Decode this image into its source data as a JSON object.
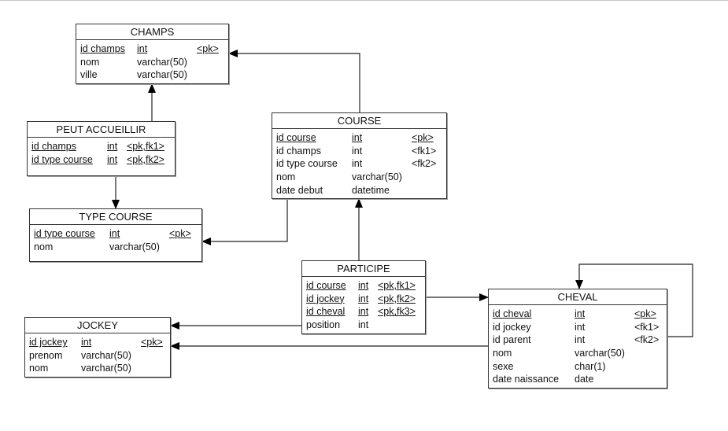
{
  "diagram": {
    "type": "physical data model",
    "entities": {
      "champs": {
        "title": "CHAMPS",
        "rows": [
          {
            "name": "id champs",
            "type": "int",
            "key": "<pk>",
            "pk": true
          },
          {
            "name": "nom",
            "type": "varchar(50)",
            "key": "",
            "pk": false
          },
          {
            "name": "ville",
            "type": "varchar(50)",
            "key": "",
            "pk": false
          }
        ]
      },
      "peut_accueillir": {
        "title": "PEUT ACCUEILLIR",
        "rows": [
          {
            "name": "id champs",
            "type": "int",
            "key": "<pk,fk1>",
            "pk": true
          },
          {
            "name": "id type course",
            "type": "int",
            "key": "<pk,fk2>",
            "pk": true
          }
        ]
      },
      "type_course": {
        "title": "TYPE COURSE",
        "rows": [
          {
            "name": "id type course",
            "type": "int",
            "key": "<pk>",
            "pk": true
          },
          {
            "name": "nom",
            "type": "varchar(50)",
            "key": "",
            "pk": false
          }
        ]
      },
      "course": {
        "title": "COURSE",
        "rows": [
          {
            "name": "id course",
            "type": "int",
            "key": "<pk>",
            "pk": true
          },
          {
            "name": "id champs",
            "type": "int",
            "key": "<fk1>",
            "pk": false
          },
          {
            "name": "id type course",
            "type": "int",
            "key": "<fk2>",
            "pk": false
          },
          {
            "name": "nom",
            "type": "varchar(50)",
            "key": "",
            "pk": false
          },
          {
            "name": "date debut",
            "type": "datetime",
            "key": "",
            "pk": false
          }
        ]
      },
      "participe": {
        "title": "PARTICIPE",
        "rows": [
          {
            "name": "id course",
            "type": "int",
            "key": "<pk,fk1>",
            "pk": true
          },
          {
            "name": "id jockey",
            "type": "int",
            "key": "<pk,fk2>",
            "pk": true
          },
          {
            "name": "id cheval",
            "type": "int",
            "key": "<pk,fk3>",
            "pk": true
          },
          {
            "name": "position",
            "type": "int",
            "key": "",
            "pk": false
          }
        ]
      },
      "jockey": {
        "title": "JOCKEY",
        "rows": [
          {
            "name": "id jockey",
            "type": "int",
            "key": "<pk>",
            "pk": true
          },
          {
            "name": "prenom",
            "type": "varchar(50)",
            "key": "",
            "pk": false
          },
          {
            "name": "nom",
            "type": "varchar(50)",
            "key": "",
            "pk": false
          }
        ]
      },
      "cheval": {
        "title": "CHEVAL",
        "rows": [
          {
            "name": "id cheval",
            "type": "int",
            "key": "<pk>",
            "pk": true
          },
          {
            "name": "id jockey",
            "type": "int",
            "key": "<fk1>",
            "pk": false
          },
          {
            "name": "id parent",
            "type": "int",
            "key": "<fk2>",
            "pk": false
          },
          {
            "name": "nom",
            "type": "varchar(50)",
            "key": "",
            "pk": false
          },
          {
            "name": "sexe",
            "type": "char(1)",
            "key": "",
            "pk": false
          },
          {
            "name": "date naissance",
            "type": "date",
            "key": "",
            "pk": false
          }
        ]
      }
    },
    "relationships": [
      {
        "from": "PEUT ACCUEILLIR",
        "to": "CHAMPS"
      },
      {
        "from": "PEUT ACCUEILLIR",
        "to": "TYPE COURSE"
      },
      {
        "from": "COURSE",
        "to": "CHAMPS"
      },
      {
        "from": "COURSE",
        "to": "TYPE COURSE"
      },
      {
        "from": "PARTICIPE",
        "to": "COURSE"
      },
      {
        "from": "PARTICIPE",
        "to": "CHEVAL"
      },
      {
        "from": "PARTICIPE",
        "to": "JOCKEY"
      },
      {
        "from": "CHEVAL",
        "to": "JOCKEY"
      },
      {
        "from": "CHEVAL",
        "to": "CHEVAL"
      }
    ]
  }
}
